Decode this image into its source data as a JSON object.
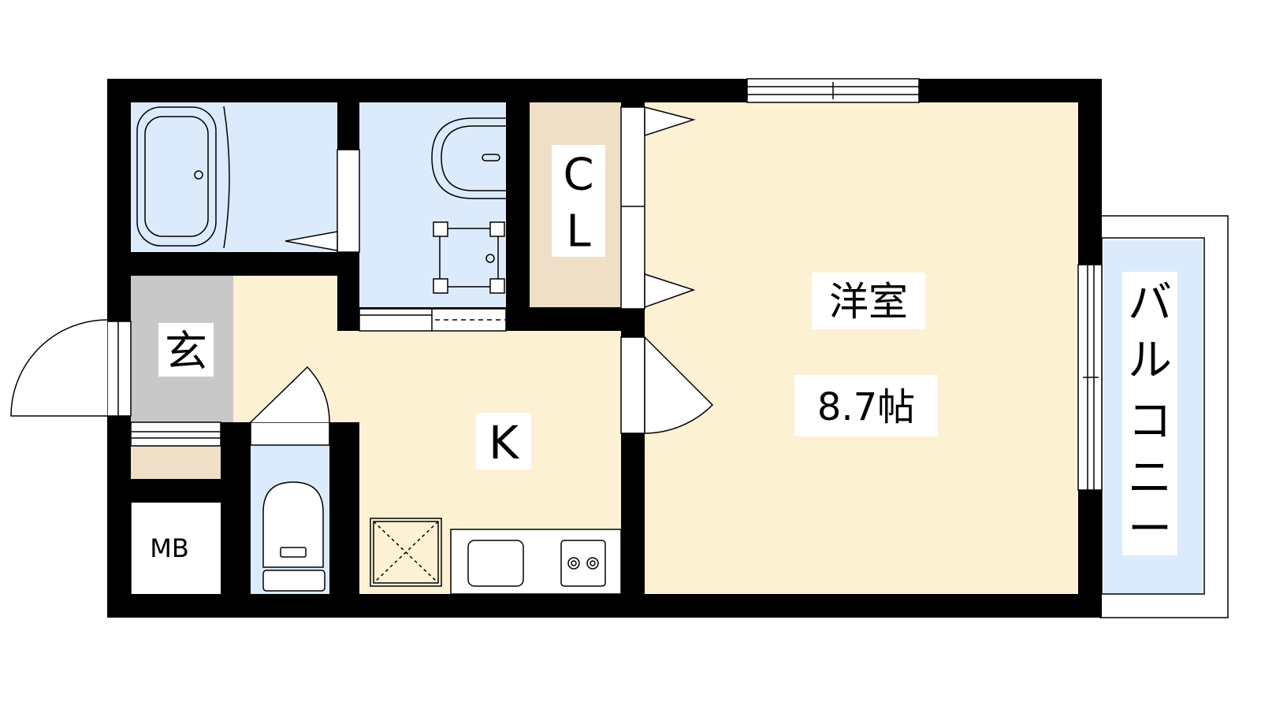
{
  "colors": {
    "wall": "#000000",
    "wet_area": "#dcebfb",
    "room": "#fdf1d4",
    "storage": "#eedfc6",
    "entrance": "#c8c8c8",
    "white": "#ffffff"
  },
  "rooms": {
    "western_room": {
      "name": "洋室",
      "size": "8.7帖"
    },
    "kitchen": {
      "label": "K"
    },
    "closet": {
      "label_top": "C",
      "label_bottom": "L"
    },
    "entrance": {
      "label": "玄"
    },
    "meter_box": {
      "label": "MB"
    },
    "balcony": {
      "label": [
        "バ",
        "ル",
        "コ",
        "ニ",
        "ー"
      ]
    }
  },
  "icons": [
    "bathtub-icon",
    "washbasin-icon",
    "washing-machine-pan-icon",
    "toilet-icon",
    "refrigerator-space-icon",
    "sink-icon",
    "stove-icon",
    "door-swing-icon",
    "window-icon"
  ]
}
